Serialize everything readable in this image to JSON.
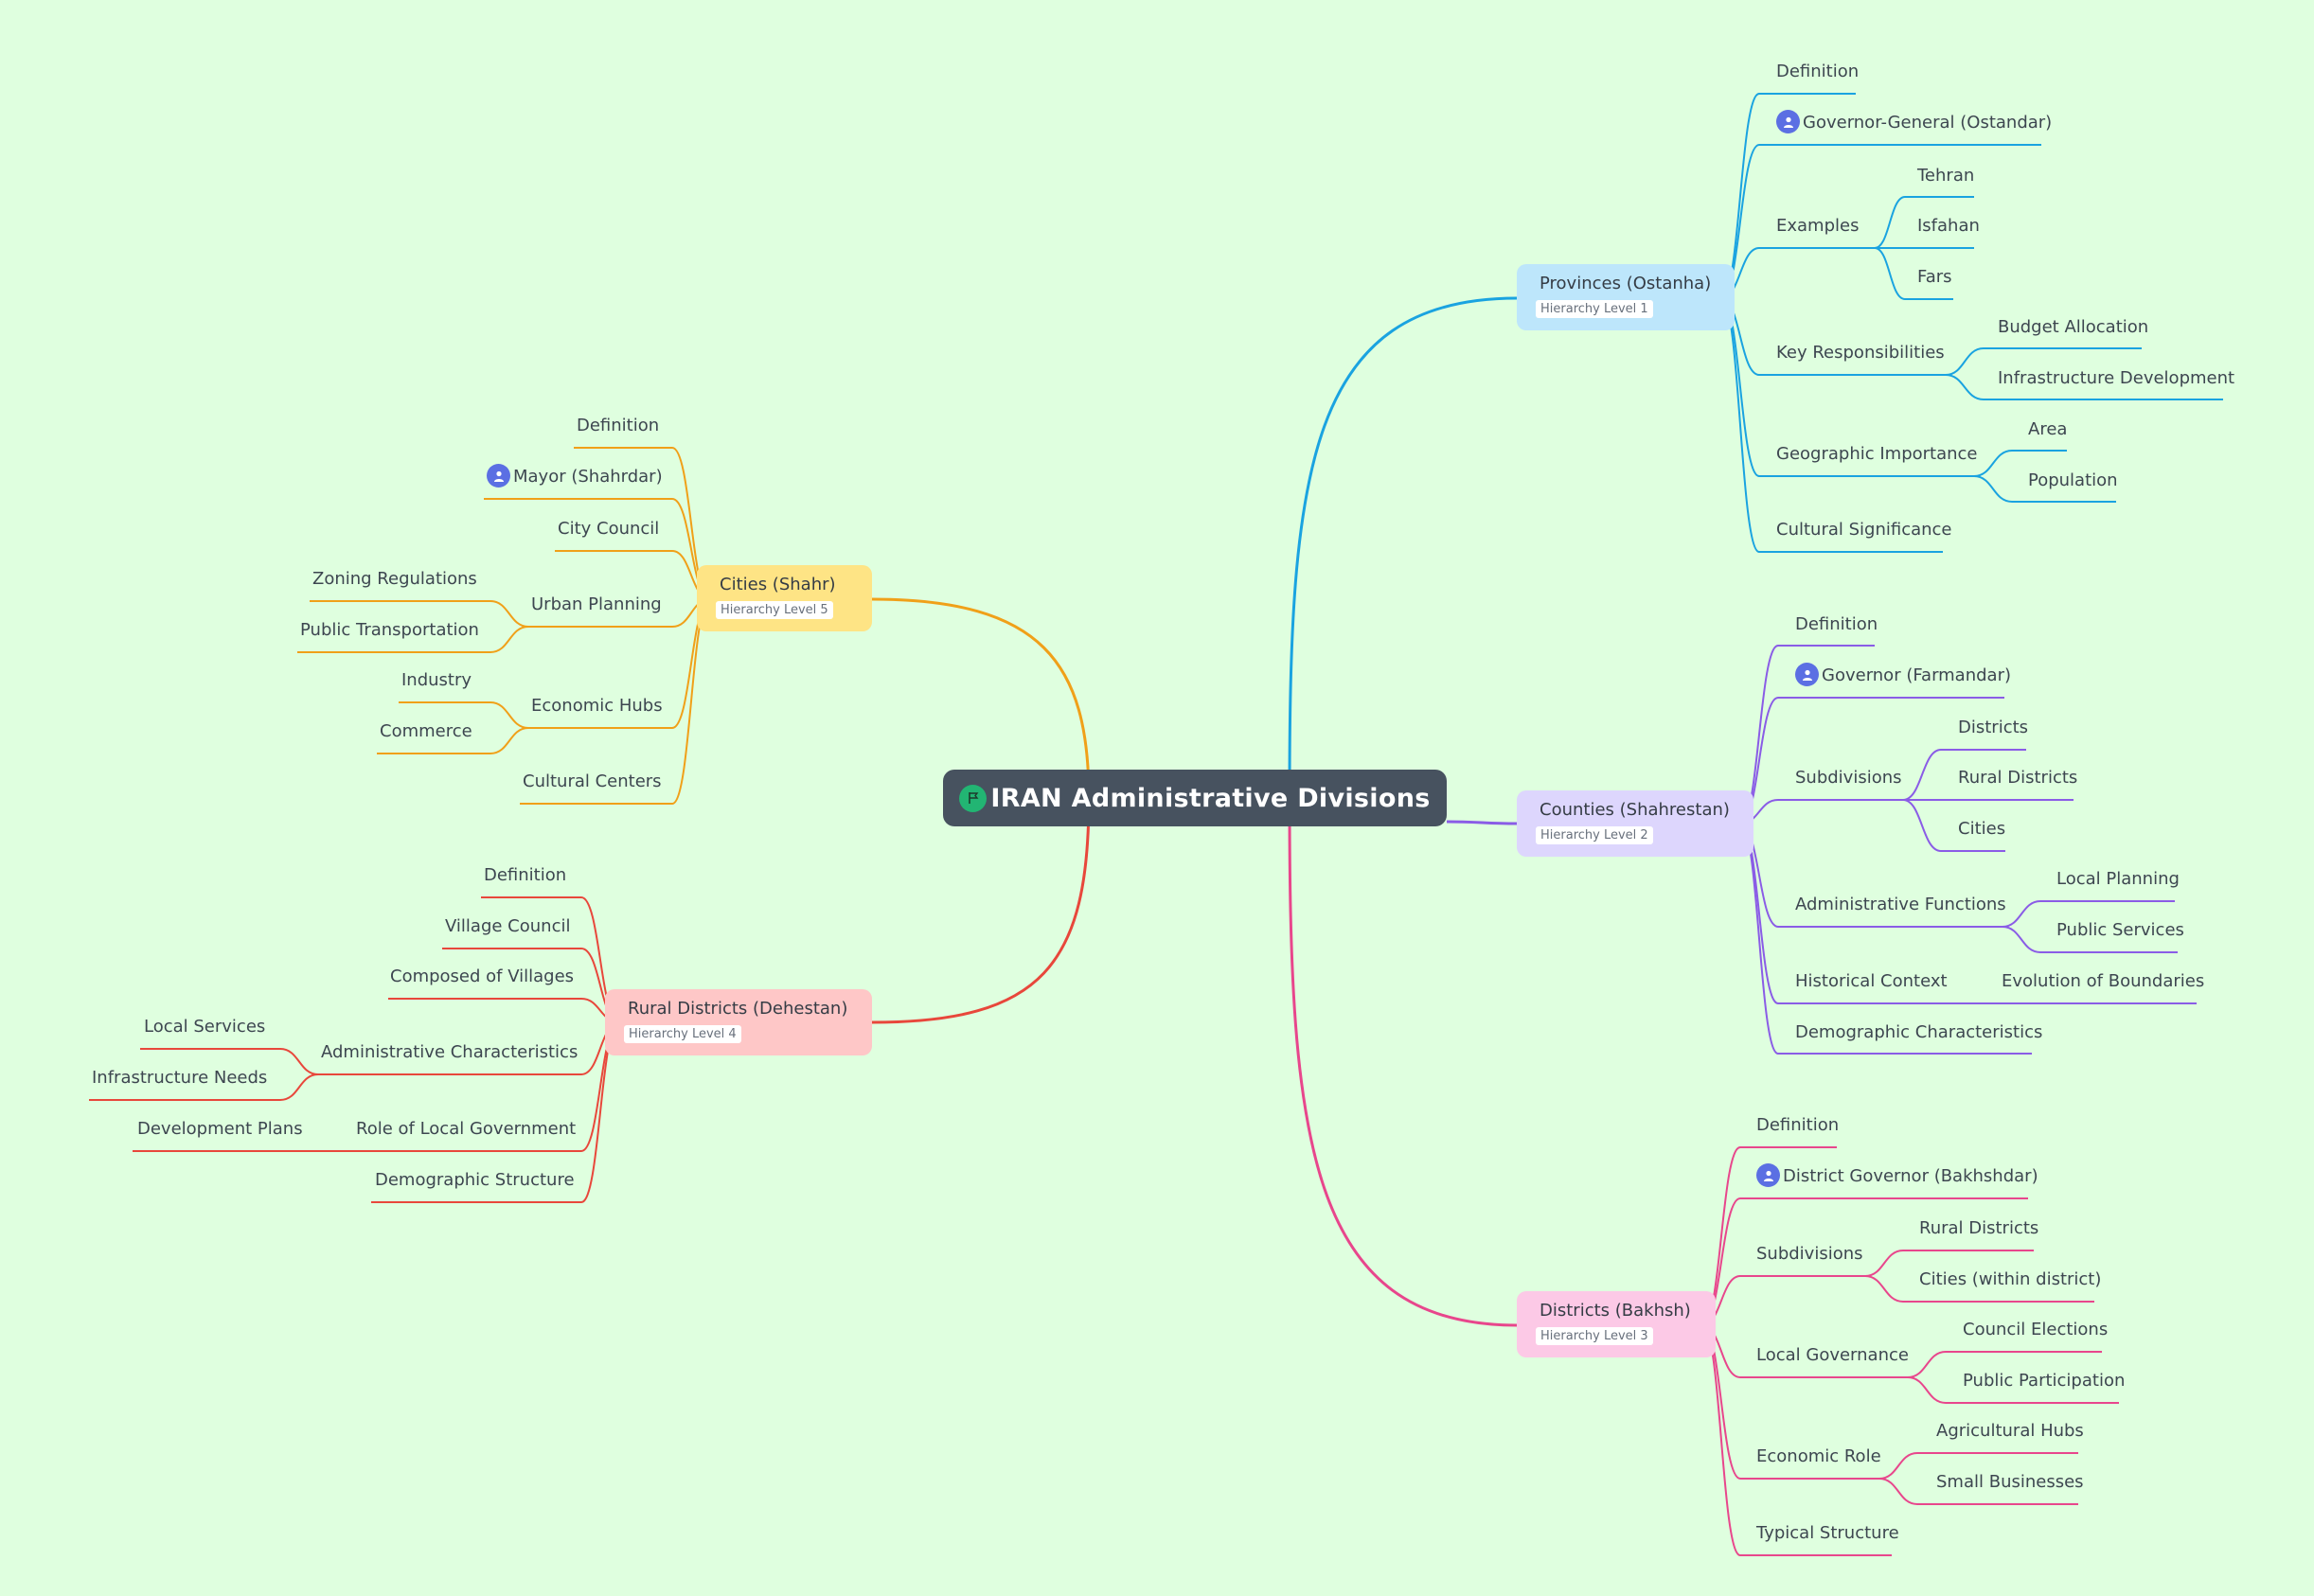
{
  "title": "IRAN Administrative Divisions",
  "colors": {
    "background": "#dfffdf",
    "root": "#47525f",
    "provinces": "#1aa3e0",
    "counties": "#8a5ce6",
    "districts": "#e8468c",
    "rural": "#e8473b",
    "cities": "#f0a019"
  },
  "provinces": {
    "title": "Provinces (Ostanha)",
    "level": "Hierarchy Level 1",
    "definition": "Definition",
    "governor": "Governor-General (Ostandar)",
    "examples": "Examples",
    "tehran": "Tehran",
    "isfahan": "Isfahan",
    "fars": "Fars",
    "key_resp": "Key Responsibilities",
    "budget": "Budget Allocation",
    "infra_dev": "Infrastructure Development",
    "geo": "Geographic Importance",
    "area": "Area",
    "population": "Population",
    "cultural": "Cultural Significance"
  },
  "counties": {
    "title": "Counties (Shahrestan)",
    "level": "Hierarchy Level 2",
    "definition": "Definition",
    "governor": "Governor (Farmandar)",
    "subdivisions": "Subdivisions",
    "districts": "Districts",
    "rural_districts": "Rural Districts",
    "cities": "Cities",
    "admin_functions": "Administrative Functions",
    "local_planning": "Local Planning",
    "public_services": "Public Services",
    "historical": "Historical Context",
    "evolution": "Evolution of Boundaries",
    "demographic": "Demographic Characteristics"
  },
  "districts": {
    "title": "Districts (Bakhsh)",
    "level": "Hierarchy Level 3",
    "definition": "Definition",
    "governor": "District Governor (Bakhshdar)",
    "subdivisions": "Subdivisions",
    "rural_districts": "Rural Districts",
    "cities_within": "Cities (within district)",
    "local_gov": "Local Governance",
    "council_elections": "Council Elections",
    "public_participation": "Public Participation",
    "economic_role": "Economic Role",
    "agri_hubs": "Agricultural Hubs",
    "small_biz": "Small Businesses",
    "typical": "Typical Structure"
  },
  "rural": {
    "title": "Rural Districts (Dehestan)",
    "level": "Hierarchy Level 4",
    "definition": "Definition",
    "village_council": "Village Council",
    "composed": "Composed of Villages",
    "admin_char": "Administrative Characteristics",
    "local_services": "Local Services",
    "infra_needs": "Infrastructure Needs",
    "role_local_gov": "Role of Local Government",
    "dev_plans": "Development Plans",
    "demographic": "Demographic Structure"
  },
  "cities": {
    "title": "Cities (Shahr)",
    "level": "Hierarchy Level 5",
    "definition": "Definition",
    "mayor": "Mayor (Shahrdar)",
    "city_council": "City Council",
    "urban_planning": "Urban Planning",
    "zoning": "Zoning Regulations",
    "public_transport": "Public Transportation",
    "economic_hubs": "Economic Hubs",
    "industry": "Industry",
    "commerce": "Commerce",
    "cultural_centers": "Cultural Centers"
  }
}
